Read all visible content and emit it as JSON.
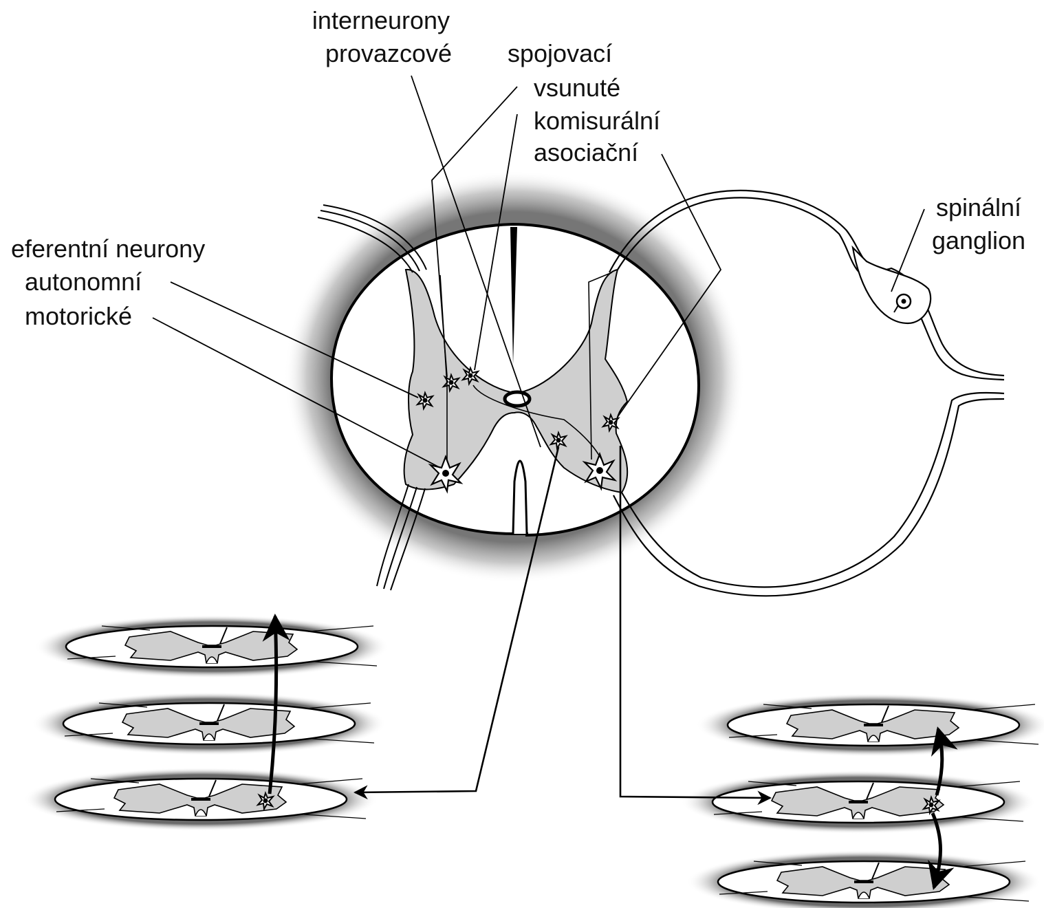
{
  "labels": {
    "interneurons_title": "interneurony",
    "interneurons_provazcove": "provazcové",
    "interneurons_spojovaci": "spojovací",
    "interneurons_vsunute": "vsunuté",
    "interneurons_komisuralni": "komisurální",
    "interneurons_asociacni": "asociační",
    "efferent_title": "eferentní neurony",
    "efferent_autonomni": "autonomní",
    "efferent_motoricke": "motorické",
    "ganglion_line1": "spinální",
    "ganglion_line2": "ganglion"
  },
  "colors": {
    "grey_matter": "#cfcfcf",
    "halo": "#8a8a8a",
    "stroke": "#000000",
    "background": "#ffffff"
  }
}
